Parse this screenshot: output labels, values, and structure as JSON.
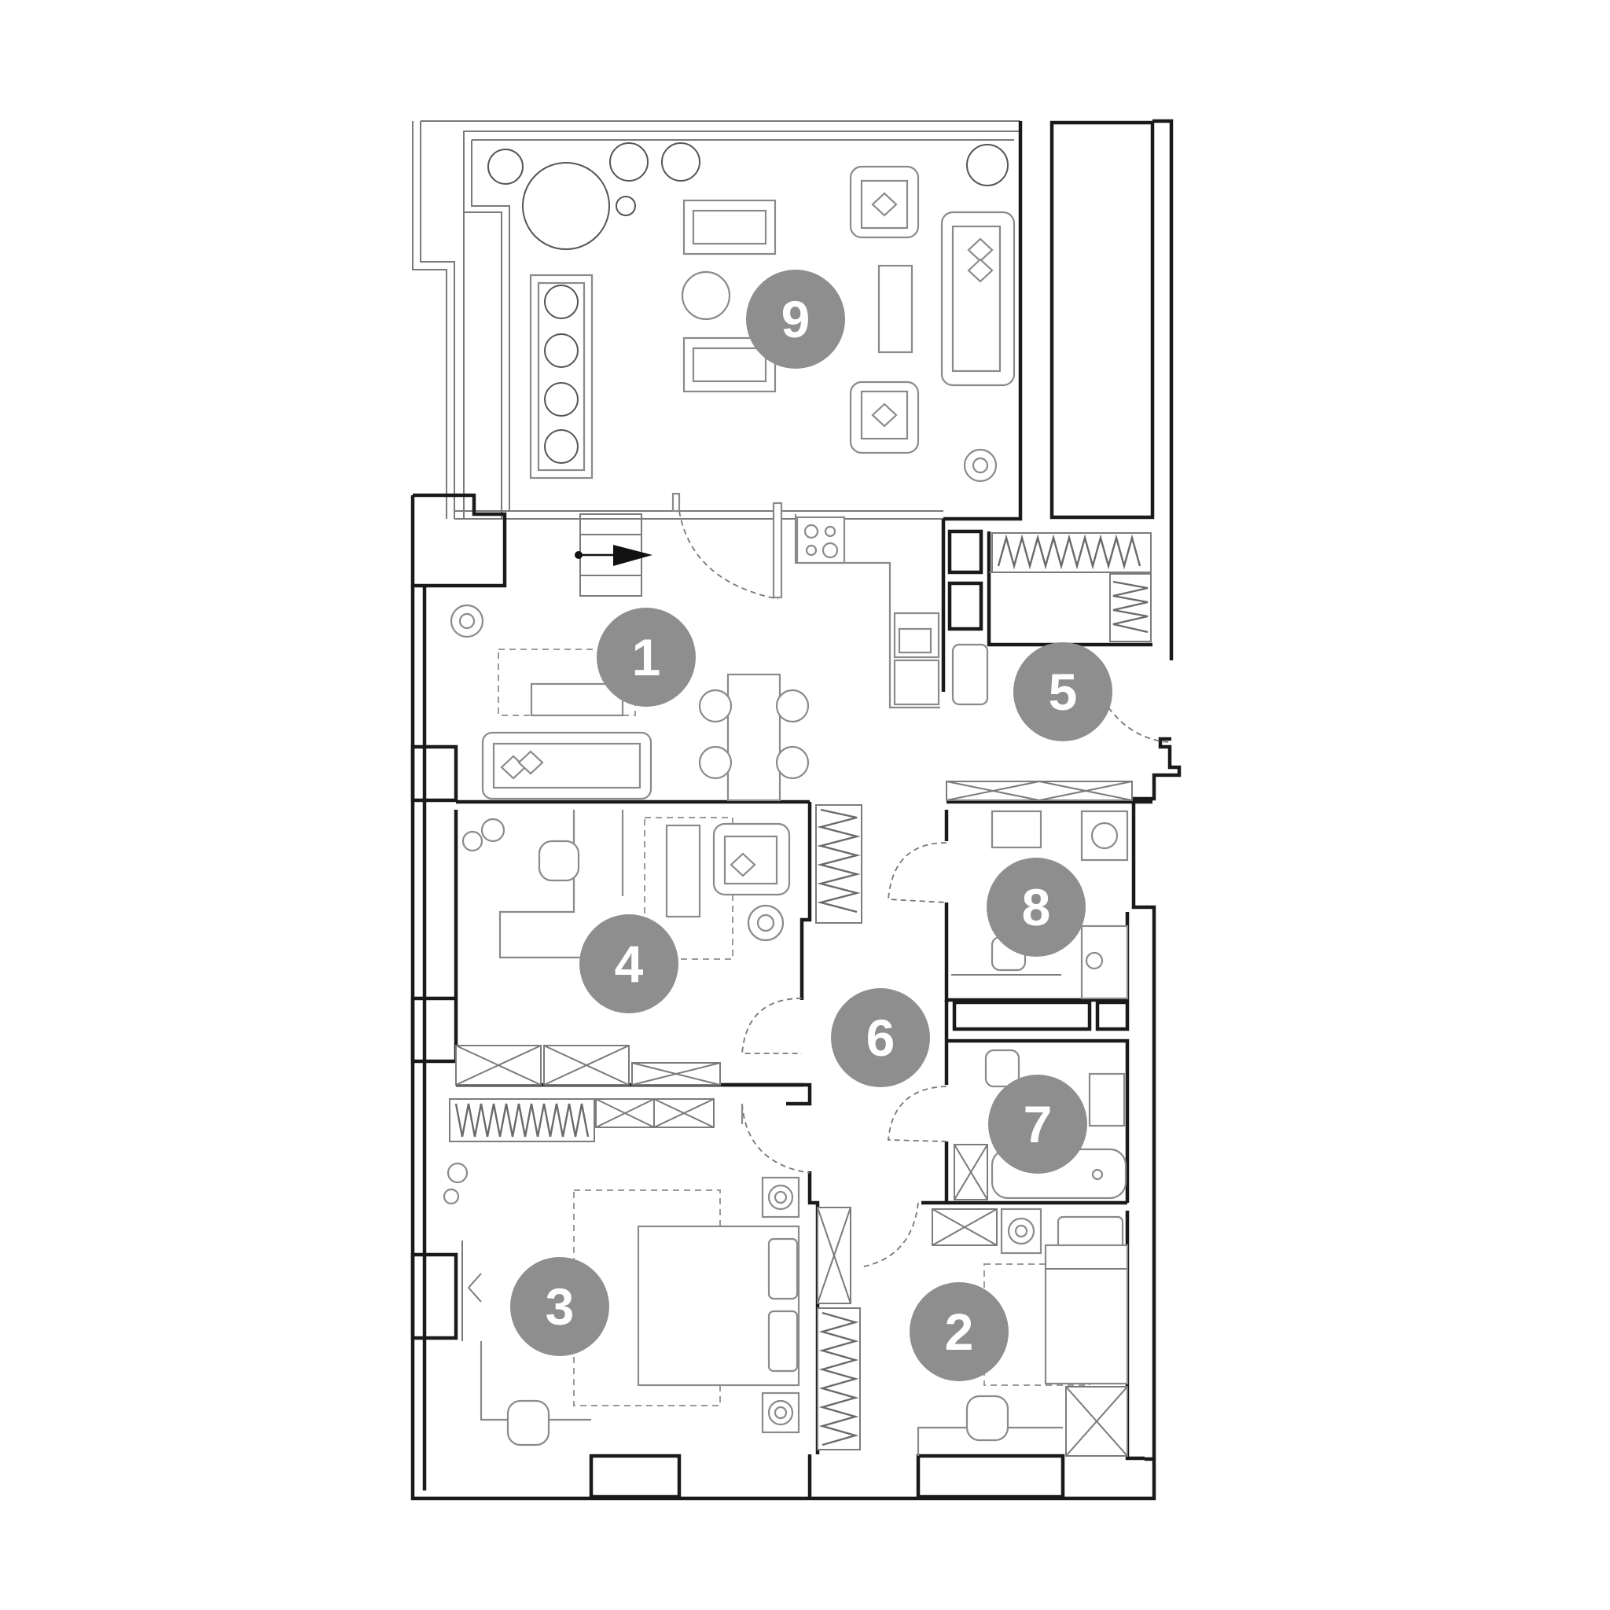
{
  "rooms": [
    {
      "id": "room-1",
      "label": "1"
    },
    {
      "id": "room-2",
      "label": "2"
    },
    {
      "id": "room-3",
      "label": "3"
    },
    {
      "id": "room-4",
      "label": "4"
    },
    {
      "id": "room-5",
      "label": "5"
    },
    {
      "id": "room-6",
      "label": "6"
    },
    {
      "id": "room-7",
      "label": "7"
    },
    {
      "id": "room-8",
      "label": "8"
    },
    {
      "id": "room-9",
      "label": "9"
    }
  ],
  "colors": {
    "wall": "#1a1a1a",
    "furniture": "#8a8a8a",
    "label_fill": "#8e8e8e",
    "label_text": "#ffffff"
  }
}
